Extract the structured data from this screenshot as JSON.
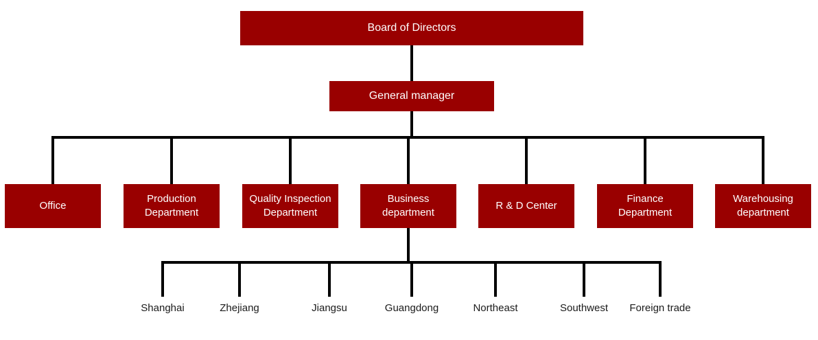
{
  "org": {
    "root": {
      "label": "Board of Directors"
    },
    "manager": {
      "label": "General manager"
    },
    "departments": [
      {
        "label": "Office"
      },
      {
        "label": "Production Department"
      },
      {
        "label": "Quality Inspection Department"
      },
      {
        "label": "Business department"
      },
      {
        "label": "R & D Center"
      },
      {
        "label": "Finance Department"
      },
      {
        "label": "Warehousing department"
      }
    ],
    "branches": [
      "Shanghai",
      "Zhejiang",
      "Jiangsu",
      "Guangdong",
      "Northeast",
      "Southwest",
      "Foreign trade"
    ]
  },
  "colors": {
    "box_fill": "#990000",
    "box_text": "#ffffff",
    "connector": "#000000",
    "label_text": "#1a1a1a",
    "background": "#ffffff"
  }
}
